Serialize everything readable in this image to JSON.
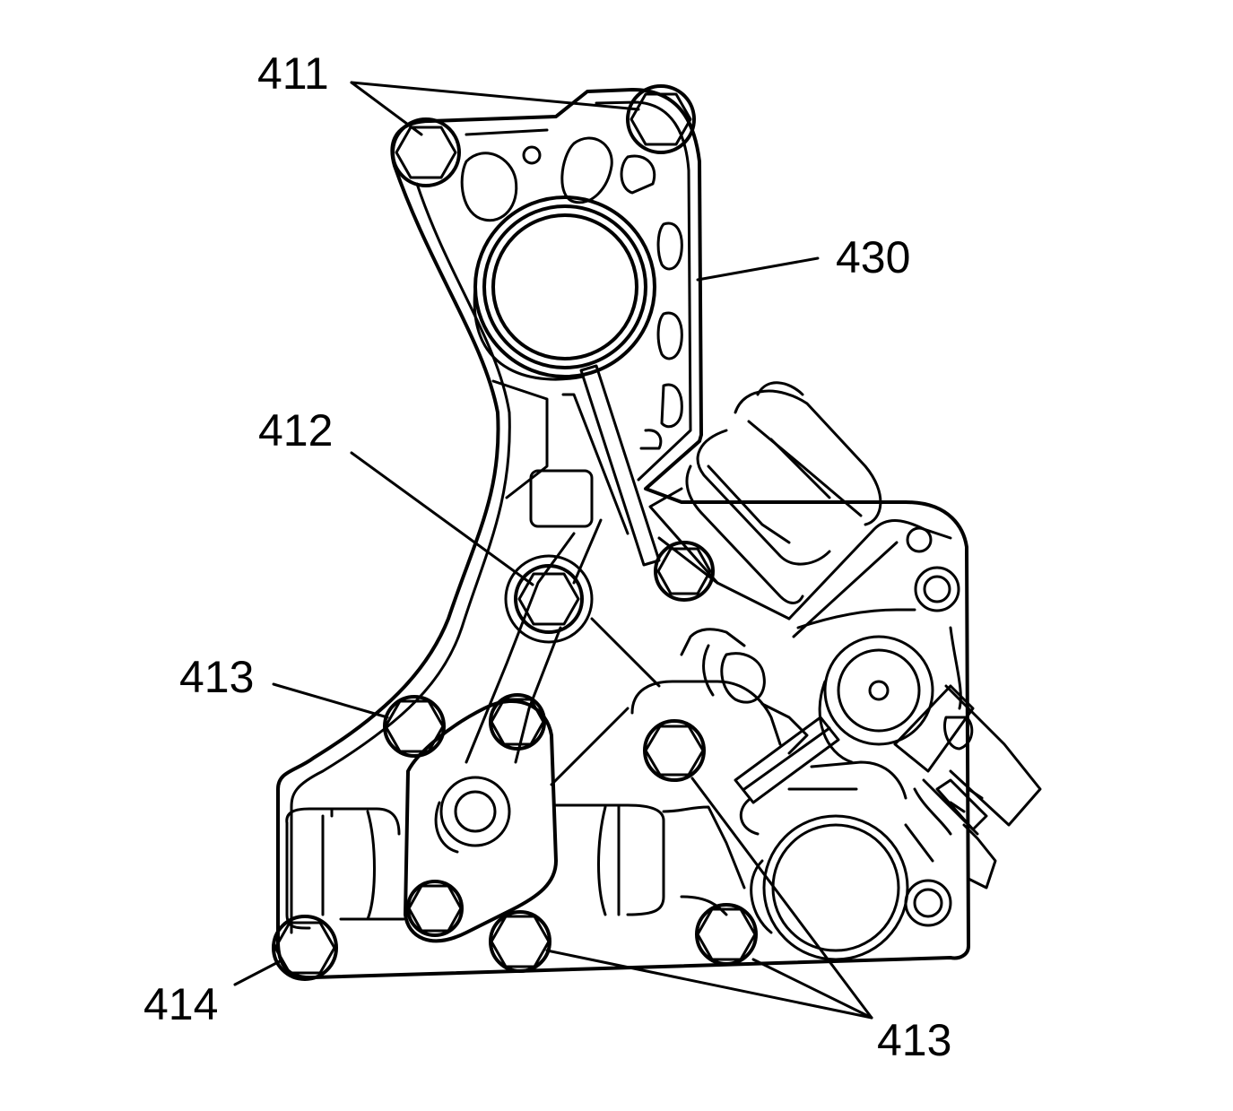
{
  "diagram": {
    "callouts": {
      "c411": "411",
      "c412": "412",
      "c413_left": "413",
      "c414": "414",
      "c413_bottom": "413",
      "c430": "430"
    },
    "colors": {
      "line": "#000000",
      "background": "#ffffff"
    }
  }
}
